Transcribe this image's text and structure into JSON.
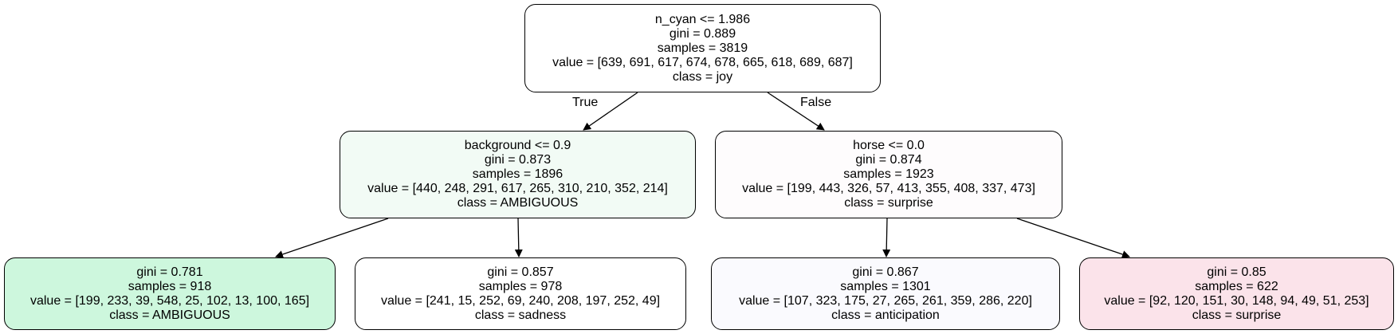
{
  "nodes": {
    "root": {
      "split": "n_cyan <= 1.986",
      "gini": "gini = 0.889",
      "samples": "samples = 3819",
      "value": "value = [639, 691, 617, 674, 678, 665, 618, 689, 687]",
      "class": "class = joy",
      "fill": "#ffffff"
    },
    "left": {
      "split": "background <= 0.9",
      "gini": "gini = 0.873",
      "samples": "samples = 1896",
      "value": "value = [440, 248, 291, 617, 265, 310, 210, 352, 214]",
      "class": "class = AMBIGUOUS",
      "fill": "#f2fbf5"
    },
    "right": {
      "split": "horse <= 0.0",
      "gini": "gini = 0.874",
      "samples": "samples = 1923",
      "value": "value = [199, 443, 326, 57, 413, 355, 408, 337, 473]",
      "class": "class = surprise",
      "fill": "#fefcfd"
    },
    "left_left": {
      "gini": "gini = 0.781",
      "samples": "samples = 918",
      "value": "value = [199, 233, 39, 548, 25, 102, 13, 100, 165]",
      "class": "class = AMBIGUOUS",
      "fill": "#cdf7dd"
    },
    "left_right": {
      "gini": "gini = 0.857",
      "samples": "samples = 978",
      "value": "value = [241, 15, 252, 69, 240, 208, 197, 252, 49]",
      "class": "class = sadness",
      "fill": "#ffffff"
    },
    "right_left": {
      "gini": "gini = 0.867",
      "samples": "samples = 1301",
      "value": "value = [107, 323, 175, 27, 265, 261, 359, 286, 220]",
      "class": "class = anticipation",
      "fill": "#fafafe"
    },
    "right_right": {
      "gini": "gini = 0.85",
      "samples": "samples = 622",
      "value": "value = [92, 120, 151, 30, 148, 94, 49, 51, 253]",
      "class": "class = surprise",
      "fill": "#fbe3ea"
    }
  },
  "edge_labels": {
    "true_label": "True",
    "false_label": "False"
  }
}
